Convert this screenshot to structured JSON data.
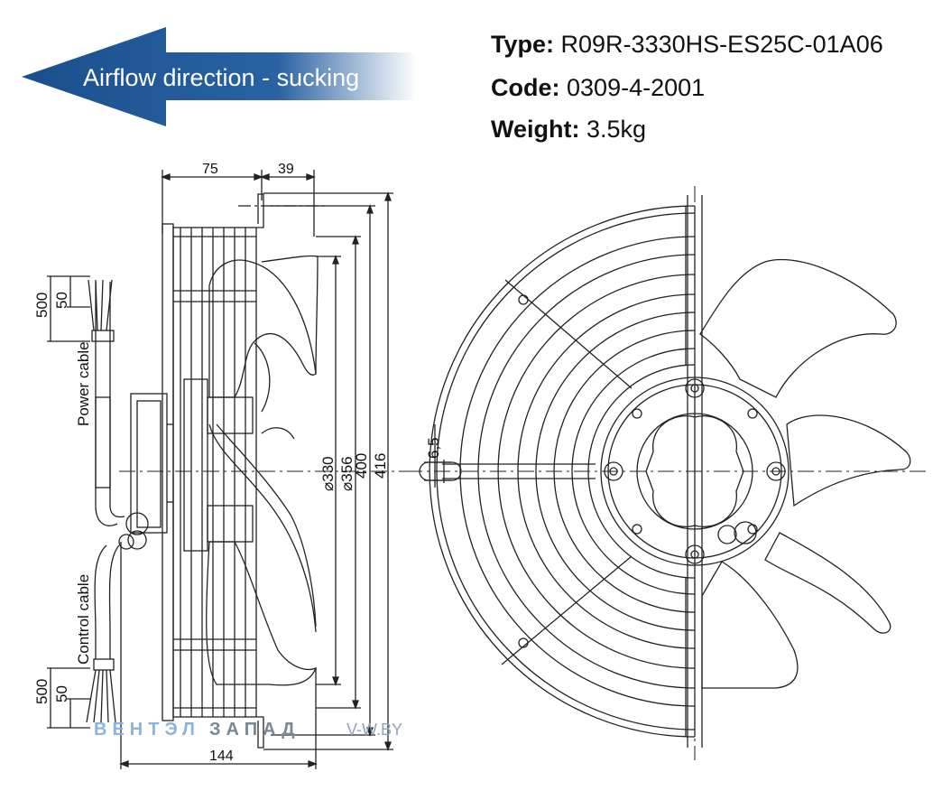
{
  "airflow": {
    "label": "Airflow direction - sucking",
    "colors": {
      "dark": "#1a4f8c",
      "light": "#ffffff"
    }
  },
  "specs": [
    {
      "key": "Type:",
      "value": "R09R-3330HS-ES25C-01A06"
    },
    {
      "key": "Code:",
      "value": "0309-4-2001"
    },
    {
      "key": "Weight:",
      "value": "3.5kg"
    }
  ],
  "dimensions": {
    "top_left": "75",
    "top_right": "39",
    "bottom": "144",
    "cable_a_outer": "500",
    "cable_a_inner": "50",
    "cable_b_outer": "500",
    "cable_b_inner": "50",
    "dia_330": "⌀330",
    "dia_356": "⌀356",
    "h_400": "400",
    "h_416": "416",
    "slot": "6,5"
  },
  "labels": {
    "power_cable": "Power cable",
    "control_cable": "Control cable"
  },
  "watermark": {
    "part1": "ВЕНТЭЛ",
    "part2": "ЗАПАД",
    "site": "V-W.BY",
    "colors": {
      "part1": "#8db4dc",
      "part2": "#7a8794"
    }
  }
}
